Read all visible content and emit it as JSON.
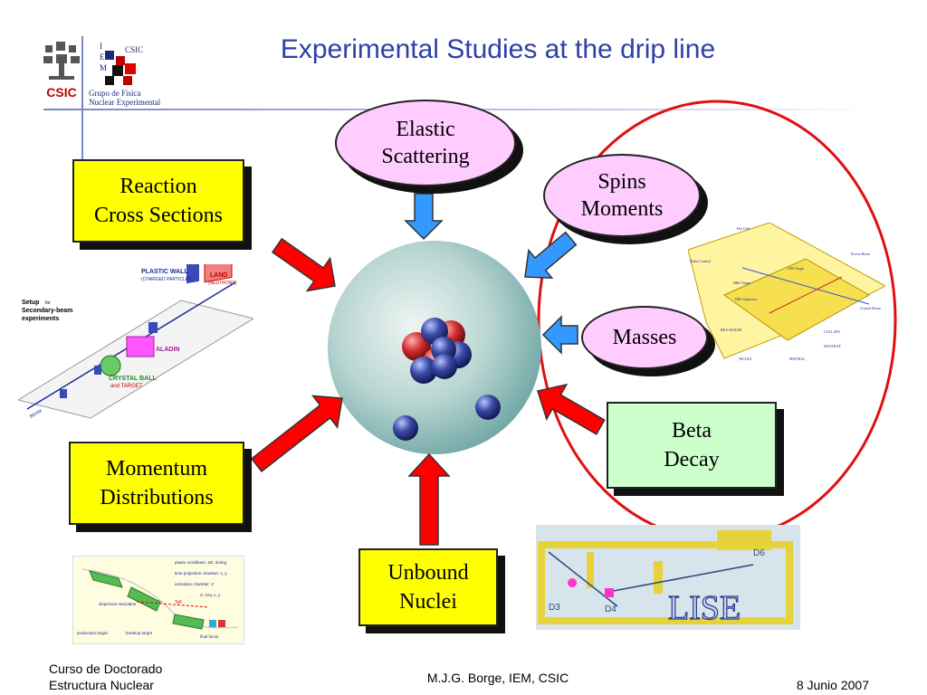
{
  "title": "Experimental Studies at the drip line",
  "logo": {
    "csic_badge": "CSIC",
    "iem_letters": [
      "I",
      "E",
      "M"
    ],
    "csic_small": "CSIC",
    "group_line1": "Grupo de Física",
    "group_line2": "Nuclear Experimental"
  },
  "topics": {
    "reaction_l1": "Reaction",
    "reaction_l2": "Cross Sections",
    "momentum_l1": "Momentum",
    "momentum_l2": "Distributions",
    "elastic_l1": "Elastic",
    "elastic_l2": "Scattering",
    "spins_l1": "Spins",
    "spins_l2": "Moments",
    "masses": "Masses",
    "beta_l1": "Beta",
    "beta_l2": "Decay",
    "unbound_l1": "Unbound",
    "unbound_l2": "Nuclei"
  },
  "setup_figure": {
    "setup_l1": "Setup",
    "setup_for": "for",
    "setup_l2": "Secondary-beam",
    "setup_l3": "experiments",
    "plastic_wall": "PLASTIC WALL",
    "plastic_sub": "(CHARGED PARTICLES)",
    "land": "LAND",
    "land_sub": "(NEUTRONS)",
    "aladin": "ALADIN",
    "crystal_ball": "CRYSTAL BALL",
    "and_target": "and TARGET",
    "beam": "BEAM"
  },
  "fragment_figure": {
    "l1": "plastic scintillator: ΔE, timing",
    "l2": "time projection chamber: x, y",
    "l3": "ionisation chamber: Z",
    "tof": "ToF",
    "zmq": "Z, m/q, x, y",
    "production": "production target",
    "breakup": "breakup target",
    "final": "final focus",
    "dispersive": "dispersive mid-plane"
  },
  "lise": {
    "name": "LISE",
    "d3": "D3",
    "d4": "D4",
    "d6": "D6"
  },
  "isolde_labels": {
    "hot_cell": "Hot Cell",
    "robot": "Robot Control",
    "proton_beam": "Proton Beam",
    "gps": "GPS Target",
    "hrs": "HRS Target",
    "hrs_sep": "HRS Separator",
    "control": "Control Room",
    "rex": "REX-ISOLDE",
    "nicole": "NICOLE",
    "mistral": "MISTRAL",
    "collaps": "COLLAPS",
    "isoltrap": "ISOLTRAP"
  },
  "footer": {
    "course_l1": "Curso de Doctorado",
    "course_l2": "Estructura Nuclear",
    "author": "M.J.G. Borge, IEM, CSIC",
    "date": "8 Junio 2007"
  },
  "colors": {
    "title": "#2f3fa8",
    "red_arrow": "#ff0000",
    "blue_arrow": "#3399ff",
    "yellow_box": "#ffff00",
    "pink_oval": "#ffccff",
    "green_box": "#ccffcc",
    "ellipse": "#e01010"
  }
}
